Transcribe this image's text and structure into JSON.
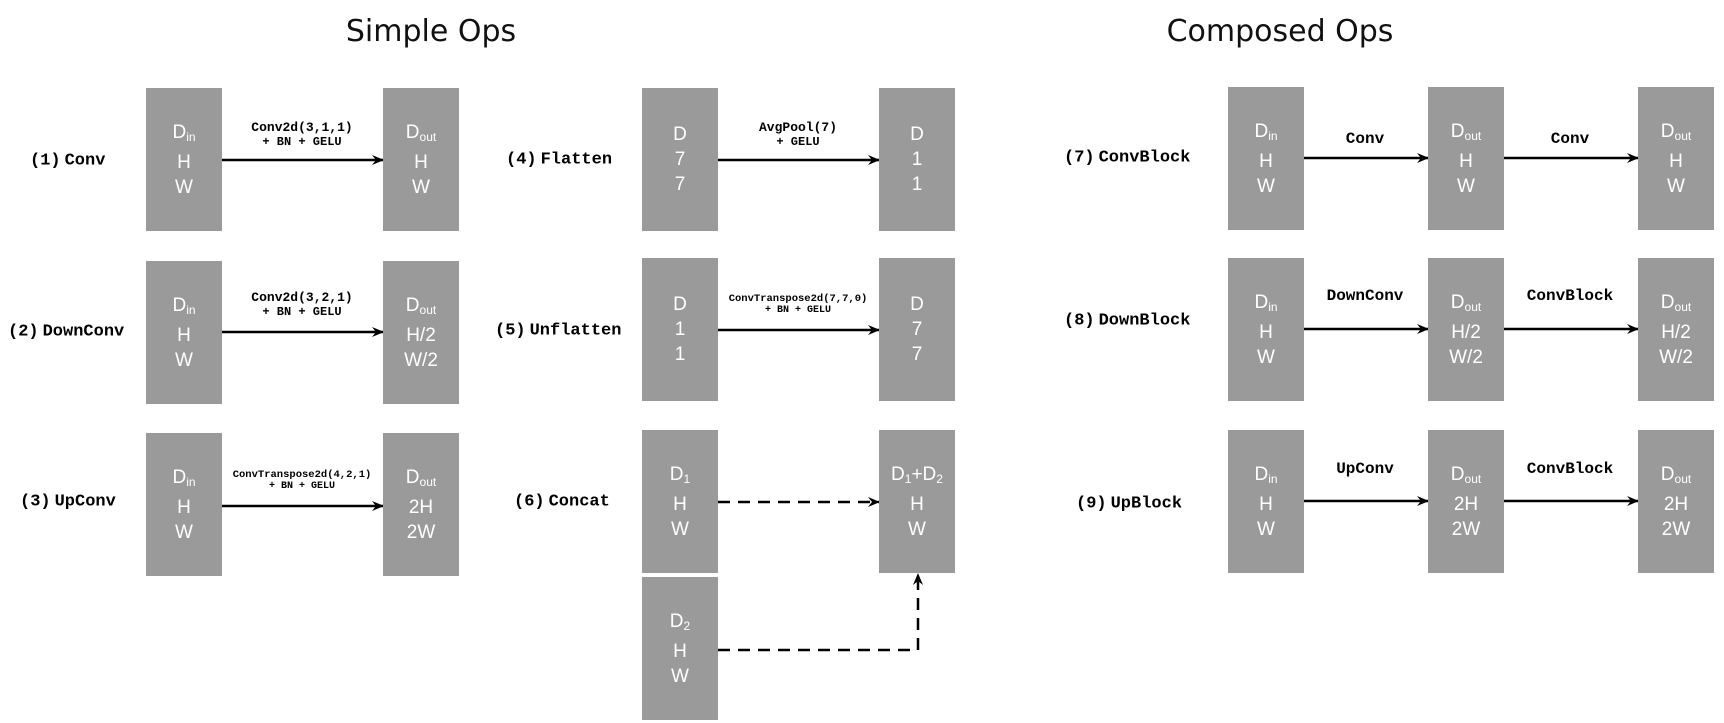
{
  "titles": {
    "simple": "Simple Ops",
    "composed": "Composed Ops"
  },
  "ops": {
    "conv": {
      "num": "(1)",
      "name": "Conv"
    },
    "downconv": {
      "num": "(2)",
      "name": "DownConv"
    },
    "upconv": {
      "num": "(3)",
      "name": "UpConv"
    },
    "flatten": {
      "num": "(4)",
      "name": "Flatten"
    },
    "unflatten": {
      "num": "(5)",
      "name": "Unflatten"
    },
    "concat": {
      "num": "(6)",
      "name": "Concat"
    },
    "convblock": {
      "num": "(7)",
      "name": "ConvBlock"
    },
    "downblock": {
      "num": "(8)",
      "name": "DownBlock"
    },
    "upblock": {
      "num": "(9)",
      "name": "UpBlock"
    }
  },
  "arrow_labels": {
    "conv": {
      "line1": "Conv2d(3,1,1)",
      "line2": "+ BN + GELU"
    },
    "downconv": {
      "line1": "Conv2d(3,2,1)",
      "line2": "+ BN + GELU"
    },
    "upconv": {
      "line1": "ConvTranspose2d(4,2,1)",
      "line2": "+ BN + GELU"
    },
    "flatten": {
      "line1": "AvgPool(7)",
      "line2": "+ GELU"
    },
    "unflatten": {
      "line1": "ConvTranspose2d(7,7,0)",
      "line2": "+ BN + GELU"
    },
    "convblock": {
      "a": "Conv",
      "b": "Conv"
    },
    "downblock": {
      "a": "DownConv",
      "b": "ConvBlock"
    },
    "upblock": {
      "a": "UpConv",
      "b": "ConvBlock"
    }
  },
  "symbols": {
    "D": "D",
    "in": "in",
    "out": "out",
    "H": "H",
    "W": "W",
    "H2": "H/2",
    "W2": "W/2",
    "twoH": "2H",
    "twoW": "2W",
    "seven": "7",
    "one": "1",
    "D1": "D",
    "sub1": "1",
    "D2": "D",
    "sub2": "2",
    "plus": "+"
  },
  "colors": {
    "box_fill": "#9a9a9a",
    "box_text": "#ffffff",
    "arrow": "#000000",
    "background": "#ffffff"
  }
}
